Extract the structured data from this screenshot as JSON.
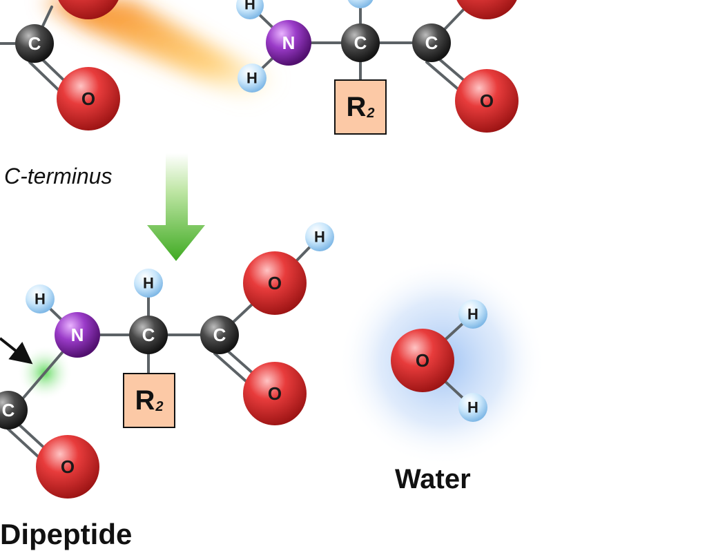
{
  "labels": {
    "c_terminus": "C-terminus",
    "water": "Water",
    "dipeptide": "Dipeptide"
  },
  "rgroup": {
    "letter": "R",
    "subscript": "2"
  },
  "atoms": {
    "carbon": "C",
    "nitrogen": "N",
    "oxygen": "O",
    "hydrogen": "H"
  },
  "colors": {
    "carbon": "#3a3a3a",
    "nitrogen": "#8b2fb8",
    "oxygen": "#d93030",
    "hydrogen": "#a9d6f5",
    "rgroup_fill": "#fcc9a6",
    "arrow": "#4caf2a",
    "reaction_glow": "#f7a11a",
    "water_glow": "#9cc4f2",
    "bond_glow": "#6fd86a"
  }
}
